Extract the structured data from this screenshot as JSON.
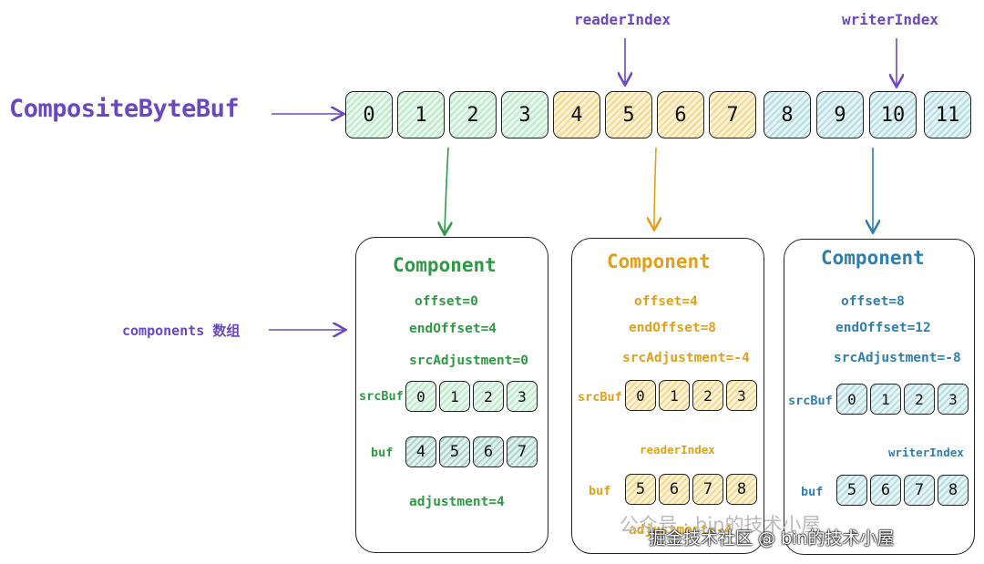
{
  "title": "CompositeByteBuf",
  "top_labels": {
    "reader_index": "readerIndex",
    "writer_index": "writerIndex"
  },
  "buffer_cells": [
    "0",
    "1",
    "2",
    "3",
    "4",
    "5",
    "6",
    "7",
    "8",
    "9",
    "10",
    "11"
  ],
  "components_label": "components 数组",
  "components": [
    {
      "title": "Component",
      "offset": "offset=0",
      "end_offset": "endOffset=4",
      "src_adjustment": "srcAdjustment=0",
      "src_buf_label": "srcBuf",
      "src_buf_cells": [
        "0",
        "1",
        "2",
        "3"
      ],
      "buf_label": "buf",
      "buf_cells": [
        "4",
        "5",
        "6",
        "7"
      ],
      "adjustment": "adjustment=4",
      "color": "#2f9a44"
    },
    {
      "title": "Component",
      "offset": "offset=4",
      "end_offset": "endOffset=8",
      "src_adjustment": "srcAdjustment=-4",
      "src_buf_label": "srcBuf",
      "src_buf_cells": [
        "0",
        "1",
        "2",
        "3"
      ],
      "pointer_label": "readerIndex",
      "buf_label": "buf",
      "buf_cells": [
        "5",
        "6",
        "7",
        "8"
      ],
      "adjustment": "adjustment=-4",
      "color": "#e0a11a"
    },
    {
      "title": "Component",
      "offset": "offset=8",
      "end_offset": "endOffset=12",
      "src_adjustment": "srcAdjustment=-8",
      "src_buf_label": "srcBuf",
      "src_buf_cells": [
        "0",
        "1",
        "2",
        "3"
      ],
      "pointer_label": "writerIndex",
      "buf_label": "buf",
      "buf_cells": [
        "5",
        "6",
        "7",
        "8"
      ],
      "color": "#2f7fae"
    }
  ],
  "watermark": {
    "line1": "公众号 · bin的技术小屋",
    "line2": "掘金技术社区 @ bin的技术小屋"
  }
}
